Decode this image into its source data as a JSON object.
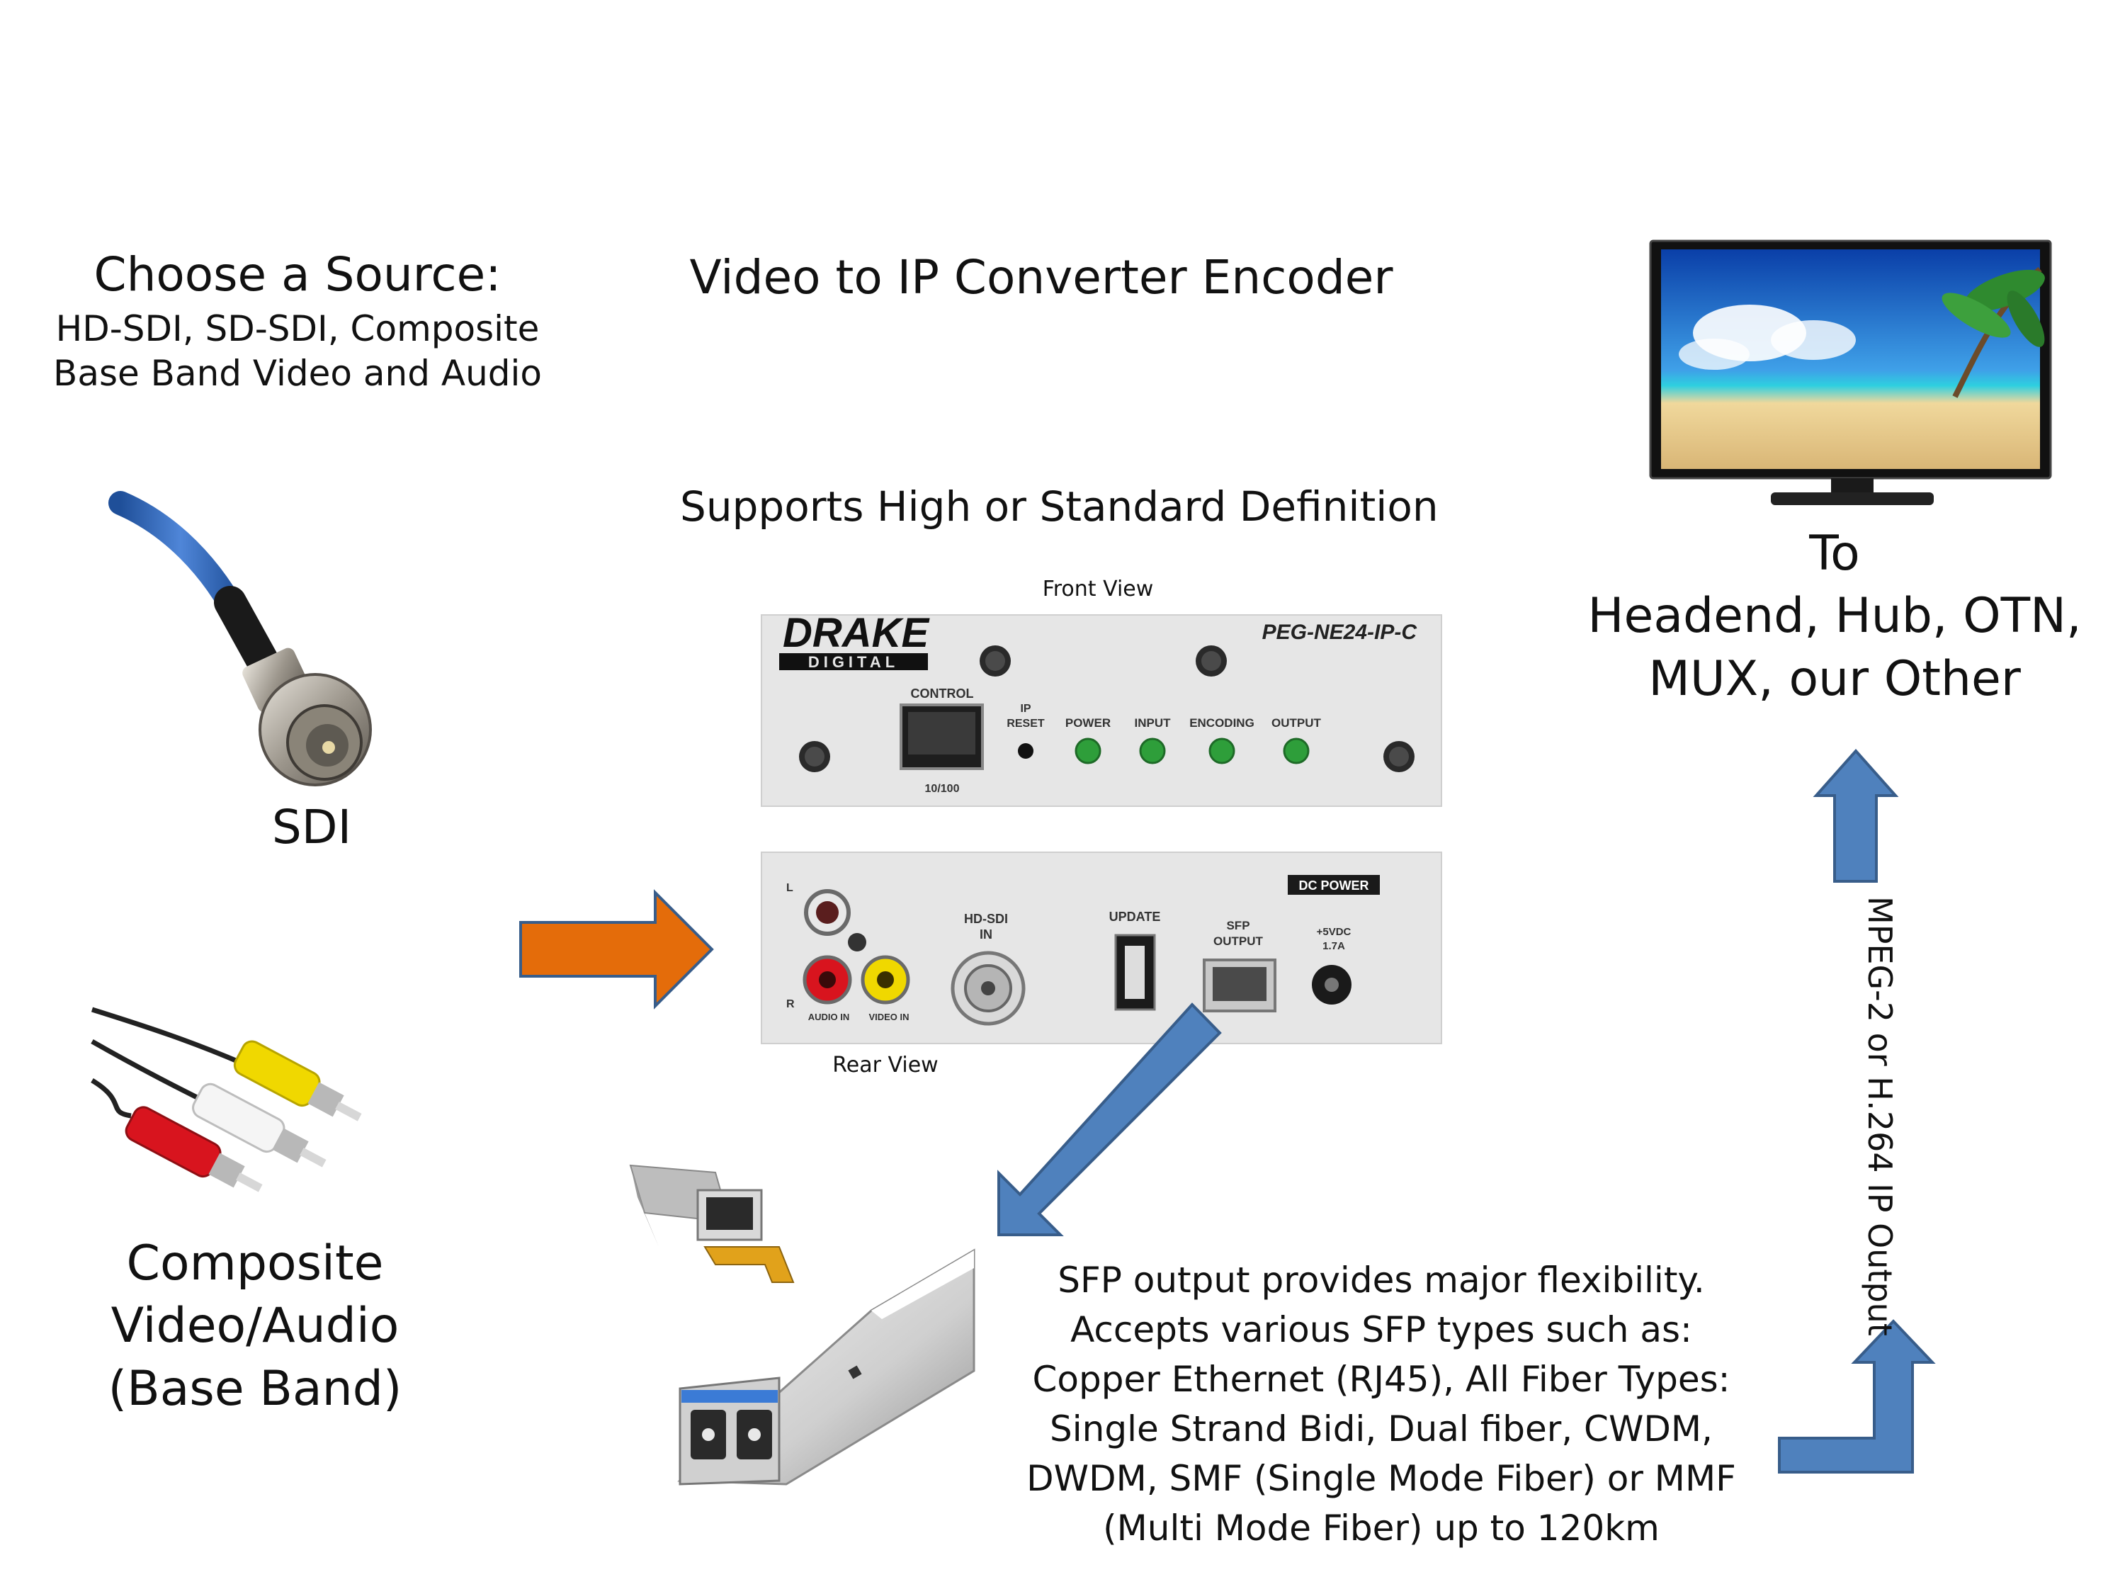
{
  "source_heading": {
    "title": "Choose a Source:",
    "line1": "HD-SDI, SD-SDI, Composite",
    "line2": "Base Band Video and Audio"
  },
  "sources": {
    "sdi_label": "SDI",
    "composite_line1": "Composite",
    "composite_line2": "Video/Audio",
    "composite_line3": "(Base Band)"
  },
  "encoder": {
    "title": "Video to IP Converter Encoder",
    "subtitle": "Supports High or Standard Definition",
    "front_view_label": "Front View",
    "rear_view_label": "Rear View",
    "front_panel": {
      "brand_top": "DRAKE",
      "brand_bottom": "DIGITAL",
      "model": "PEG-NE24-IP-C",
      "control_label": "CONTROL",
      "port_speed": "10/100",
      "ip_label": "IP",
      "reset_label": "RESET",
      "leds": [
        "POWER",
        "INPUT",
        "ENCODING",
        "OUTPUT"
      ]
    },
    "rear_panel": {
      "l_label": "L",
      "r_label": "R",
      "audio_in": "AUDIO IN",
      "video_in": "VIDEO IN",
      "hdsdi_line1": "HD-SDI",
      "hdsdi_line2": "IN",
      "update": "UPDATE",
      "sfp_line1": "SFP",
      "sfp_line2": "OUTPUT",
      "dc_power": "DC POWER",
      "volt": "+5VDC",
      "amp": "1.7A"
    }
  },
  "destination": {
    "line1": "To",
    "line2": "Headend, Hub, OTN,",
    "line3": "MUX, our Other"
  },
  "output_label": "MPEG-2 or H.264  IP Output",
  "sfp_description": [
    "SFP output provides major flexibility.",
    "Accepts various SFP types such as:",
    "Copper Ethernet (RJ45), All Fiber Types:",
    "Single Strand Bidi, Dual fiber, CWDM,",
    "DWDM, SMF (Single Mode Fiber) or MMF",
    "(Multi Mode Fiber) up to 120km"
  ],
  "colors": {
    "orange_arrow": "#E46C0A",
    "blue_arrow": "#4F81BD",
    "arrow_stroke": "#385D8A",
    "panel": "#E6E6E6",
    "led": "#2E9E3A"
  },
  "icons": [
    "bnc-cable-icon",
    "rca-cable-icon",
    "tv-icon",
    "sfp-rj45-module-icon",
    "sfp-fiber-module-icon"
  ]
}
